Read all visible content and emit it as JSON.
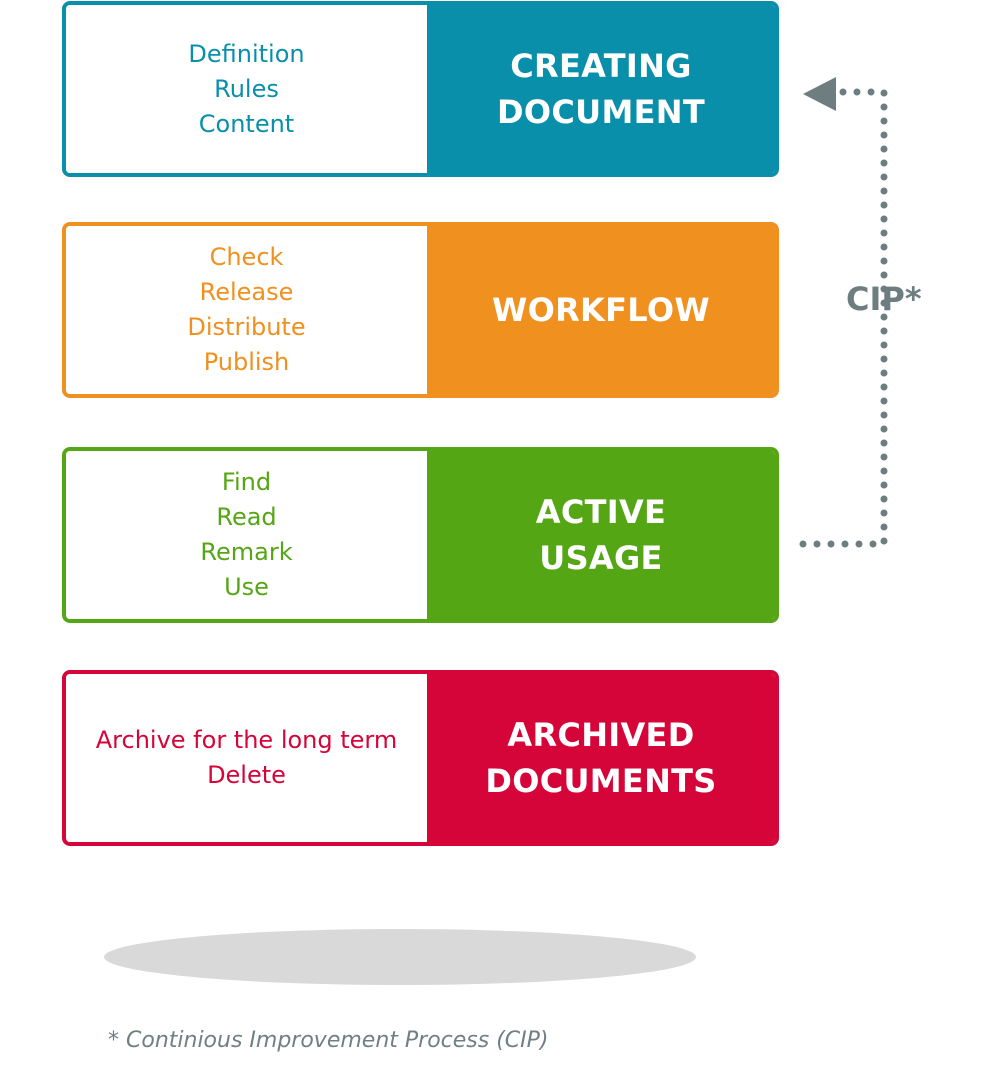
{
  "stages": [
    {
      "id": "creating-document",
      "title_lines": [
        "CREATING",
        "DOCUMENT"
      ],
      "items": [
        "Definition",
        "Rules",
        "Content"
      ],
      "color": "#0a8fab"
    },
    {
      "id": "workflow",
      "title_lines": [
        "WORKFLOW"
      ],
      "items": [
        "Check",
        "Release",
        "Distribute",
        "Publish"
      ],
      "color": "#ef901f"
    },
    {
      "id": "active-usage",
      "title_lines": [
        "ACTIVE",
        "USAGE"
      ],
      "items": [
        "Find",
        "Read",
        "Remark",
        "Use"
      ],
      "color": "#55a614"
    },
    {
      "id": "archived-documents",
      "title_lines": [
        "ARCHIVED",
        "DOCUMENTS"
      ],
      "items": [
        "Archive for the long term",
        "Delete"
      ],
      "color": "#d50539"
    }
  ],
  "cip": {
    "label": "CIP*",
    "color": "#6e7e80"
  },
  "footnote": "* Continious Improvement Process (CIP)"
}
